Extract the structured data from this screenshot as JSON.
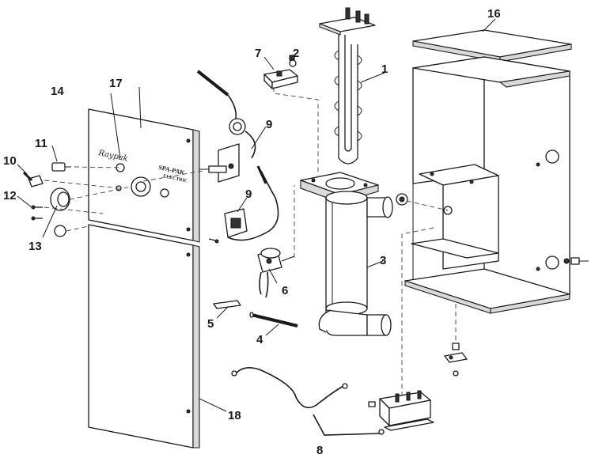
{
  "panel": {
    "brand_logo": "Raypak",
    "product_name": "SPA-PAK",
    "product_type": "ELECTRIC"
  },
  "callouts": [
    "1",
    "2",
    "3",
    "4",
    "5",
    "6",
    "7",
    "8",
    "9",
    "9",
    "10",
    "11",
    "12",
    "13",
    "14",
    "16",
    "17",
    "18"
  ]
}
